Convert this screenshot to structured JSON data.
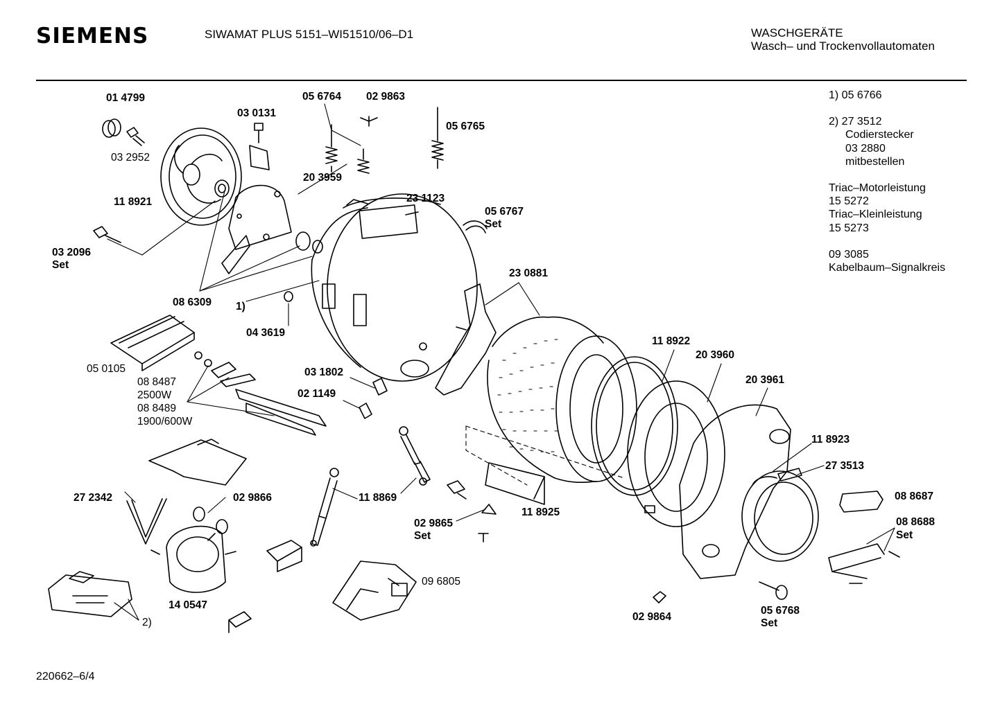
{
  "header": {
    "brand": "SIEMENS",
    "model": "SIWAMAT PLUS 5151–WI51510/06–D1",
    "category": "WASCHGERÄTE",
    "subcategory": "Wasch– und Trockenvollautomaten"
  },
  "footer": {
    "doc_number": "220662–6/4"
  },
  "notes": {
    "n1": "1)  05 6766",
    "n2": "2)  27 3512",
    "n2a": "Codierstecker",
    "n2b": "03 2880",
    "n2c": "mitbestellen",
    "n3": "Triac–Motorleistung",
    "n4": "15 5272",
    "n5": "Triac–Kleinleistung",
    "n6": "15 5273",
    "n7": "09 3085",
    "n8": "Kabelbaum–Signalkreis"
  },
  "parts": {
    "p014799": "01 4799",
    "p032952": "03 2952",
    "p030131": "03 0131",
    "p056764": "05 6764",
    "p029863": "02 9863",
    "p056765": "05 6765",
    "p203959": "20 3959",
    "p118921": "11 8921",
    "p231123": "23 1123",
    "p056767": "05 6767",
    "p056767set": "Set",
    "p032096": "03 2096",
    "p032096set": "Set",
    "p086309": "08 6309",
    "ref1": "1)",
    "p043619": "04 3619",
    "p230881": "23 0881",
    "p050105": "05 0105",
    "p088487": "08 8487",
    "w2500": "2500W",
    "p088489": "08 8489",
    "w1900": "1900/600W",
    "p031802": "03 1802",
    "p021149": "02 1149",
    "p118922": "11 8922",
    "p203960": "20 3960",
    "p203961": "20 3961",
    "p118923": "11 8923",
    "p273513": "27 3513",
    "p088687": "08 8687",
    "p088688": "08 8688",
    "p088688set": "Set",
    "p272342": "27  2342",
    "p029866": "02 9866",
    "p118869": "11 8869",
    "p118925": "11 8925",
    "p029865": "02 9865",
    "p029865set": "Set",
    "p140547": "14 0547",
    "p096805": "09 6805",
    "p029864": "02 9864",
    "p056768": "05 6768",
    "p056768set": "Set",
    "ref2": "2)"
  }
}
